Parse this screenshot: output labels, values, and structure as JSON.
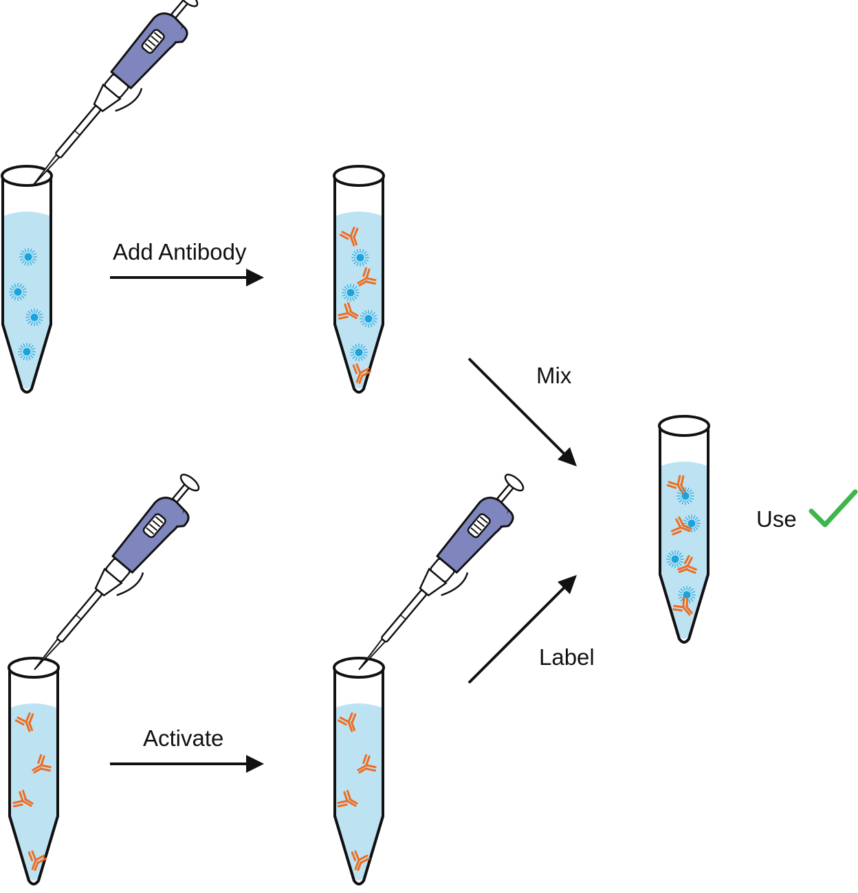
{
  "labels": {
    "add_antibody": "Add Antibody",
    "mix": "Mix",
    "activate": "Activate",
    "label": "Label",
    "use": "Use"
  },
  "colors": {
    "liquid": "#bde3f3",
    "bead": "#1aa3dc",
    "antibody": "#ef6b1f",
    "pipette_body": "#7e86bd",
    "check": "#3db64a",
    "outline": "#111111"
  },
  "icons": [
    "pipette-icon",
    "tube-icon",
    "bead-icon",
    "antibody-icon",
    "arrow-icon",
    "checkmark-icon"
  ]
}
